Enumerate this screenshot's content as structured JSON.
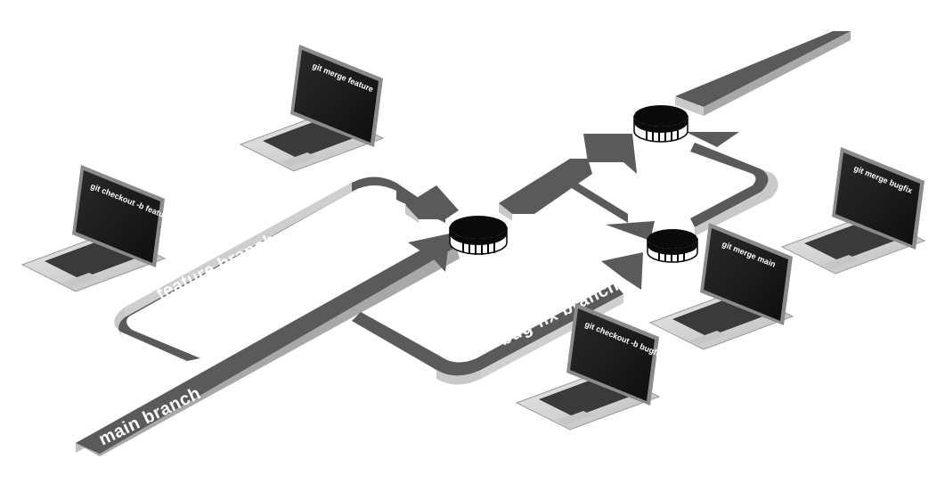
{
  "branches": {
    "main": "main branch",
    "feature": "feature branch",
    "bugfix": "bug-fix branch"
  },
  "laptops": [
    {
      "id": "merge-feature",
      "command": "git merge feature"
    },
    {
      "id": "checkout-feature",
      "command": "git checkout -b feature"
    },
    {
      "id": "checkout-bugfix",
      "command": "git checkout -b bugfix"
    },
    {
      "id": "merge-main",
      "command": "git merge main"
    },
    {
      "id": "merge-bugfix",
      "command": "git merge bugfix"
    }
  ],
  "colors": {
    "track_top": "#5a5a5a",
    "track_side": "#c9c9c9",
    "track_edge": "#9a9a9a",
    "screen": "#1c1c1c",
    "laptop_body": "#d8d8d8",
    "commit_node": "#0a0a0a"
  }
}
